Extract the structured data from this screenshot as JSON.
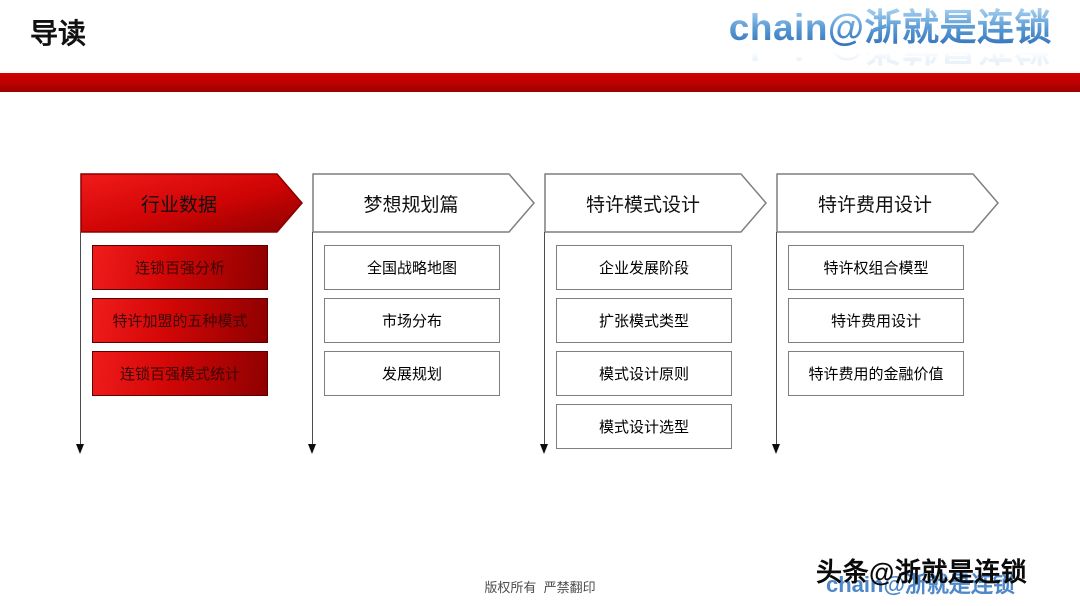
{
  "slide": {
    "title": "导读",
    "logo_text": "chain@浙就是连锁"
  },
  "columns": [
    {
      "header": "行业数据",
      "style": "red",
      "items": [
        "连锁百强分析",
        "特许加盟的五种模式",
        "连锁百强模式统计"
      ]
    },
    {
      "header": "梦想规划篇",
      "style": "white",
      "items": [
        "全国战略地图",
        "市场分布",
        "发展规划"
      ]
    },
    {
      "header": "特许模式设计",
      "style": "white",
      "items": [
        "企业发展阶段",
        "扩张模式类型",
        "模式设计原则",
        "模式设计选型"
      ]
    },
    {
      "header": "特许费用设计",
      "style": "white",
      "items": [
        "特许权组合模型",
        "特许费用设计",
        "特许费用的金融价值"
      ]
    }
  ],
  "footer": {
    "copyright": "版权所有  严禁翻印",
    "watermark_primary": "头条@浙就是连锁",
    "watermark_secondary": "chain@浙就是连锁"
  },
  "colors": {
    "accent_red": "#c00000",
    "red_gradient_light": "#f01c1c",
    "red_gradient_dark": "#8e0000",
    "logo_blue_top": "#a9d1f1",
    "logo_blue_bottom": "#2e6cb5",
    "border_gray": "#7f7f7f"
  }
}
